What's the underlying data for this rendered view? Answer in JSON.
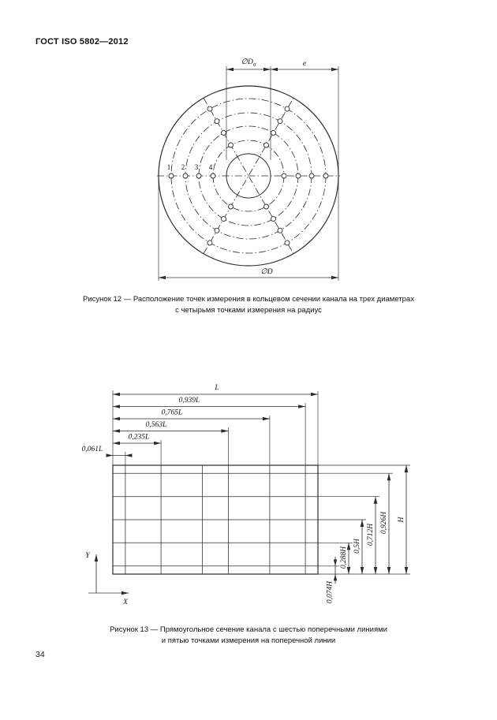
{
  "page": {
    "header": "ГОСТ ISO 5802—2012",
    "page_number": "34"
  },
  "fig12": {
    "caption_line1": "Рисунок 12 — Расположение точек измерения в кольцевом сечении канала на трех диаметрах",
    "caption_line2": "с четырьмя точками измерения на радиус",
    "labels": {
      "dia_da_main": "∅D",
      "dia_da_sub": "a",
      "e": "e",
      "dia_d": "∅D"
    },
    "points": [
      "1",
      "2",
      "3",
      "4"
    ]
  },
  "fig13": {
    "caption_line1": "Рисунок 13 — Прямоугольное сечение канала с шестью поперечными линиями",
    "caption_line2": "и пятью точками измерения на поперечной линии",
    "top_dims": [
      "L",
      "0,939L",
      "0,765L",
      "0,563L",
      "0,235L",
      "0,061L"
    ],
    "right_dims": [
      "0,074H",
      "0,288H",
      "0,5H",
      "0,712H",
      "0,926H",
      "H"
    ],
    "axis_x": "X",
    "axis_y": "Y"
  }
}
